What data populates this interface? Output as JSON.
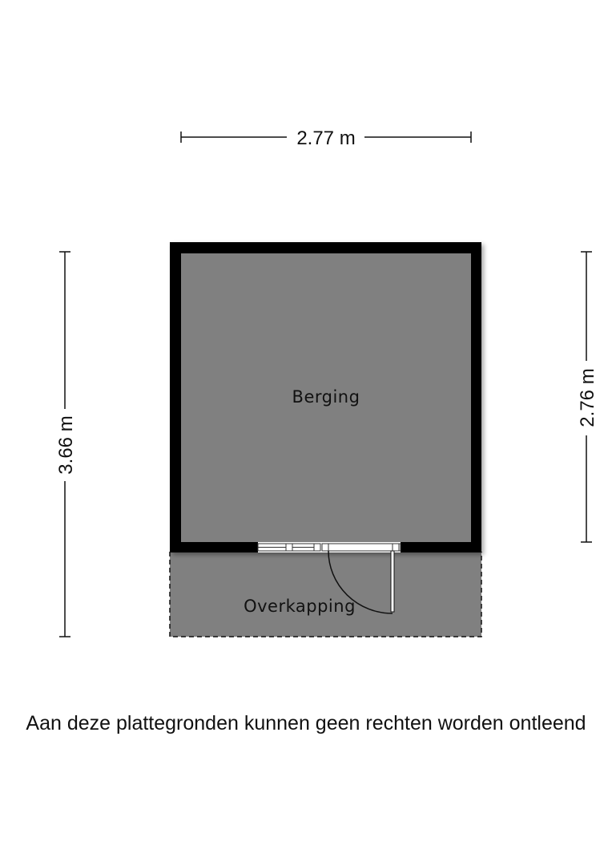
{
  "dimensions": {
    "top_width": "2.77 m",
    "left_height": "3.66 m",
    "right_height": "2.76 m"
  },
  "rooms": {
    "storage": "Berging",
    "canopy": "Overkapping"
  },
  "disclaimer": "Aan deze plattegronden kunnen geen rechten worden ontleend",
  "colors": {
    "wall": "#000000",
    "floor": "#808080",
    "dimension_line": "#111111",
    "background": "#ffffff"
  }
}
